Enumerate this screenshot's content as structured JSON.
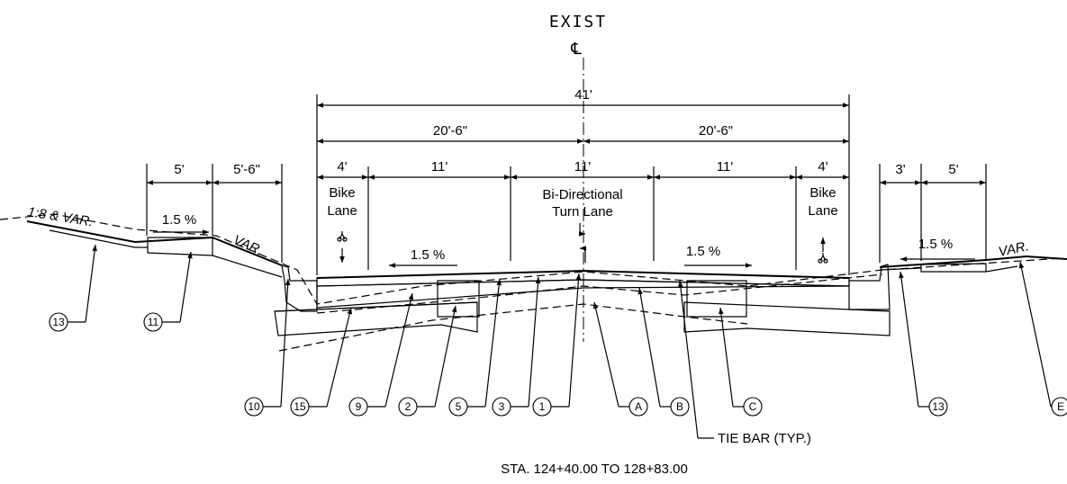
{
  "header": {
    "exist": "EXIST",
    "centerline": "℄"
  },
  "dims": {
    "total": "41'",
    "half_left": "20'-6\"",
    "half_right": "20'-6\"",
    "bike_left": "4'",
    "lane_left": "11'",
    "lane_center": "11'",
    "lane_right": "11'",
    "bike_right": "4'",
    "sw_left_5": "5'",
    "sw_left_5_6": "5'-6\"",
    "sw_right_3": "3'",
    "sw_right_5": "5'"
  },
  "lanes": {
    "bike_left_line1": "Bike",
    "bike_left_line2": "Lane",
    "turn_line1": "Bi-Directional",
    "turn_line2": "Turn Lane",
    "bike_right_line1": "Bike",
    "bike_right_line2": "Lane"
  },
  "slopes": {
    "left_ground": "1:8 & VAR.",
    "left_sidewalk": "1.5 %",
    "left_var": "VAR.",
    "left_road": "1.5 %",
    "right_road": "1.5 %",
    "right_sidewalk": "1.5 %",
    "right_var": "VAR."
  },
  "callouts": [
    "13",
    "11",
    "10",
    "15",
    "9",
    "2",
    "5",
    "3",
    "1",
    "A",
    "B",
    "C",
    "13",
    "E"
  ],
  "tie_bar": "TIE BAR (TYP.)",
  "station": "STA. 124+40.00 TO 128+83.00"
}
